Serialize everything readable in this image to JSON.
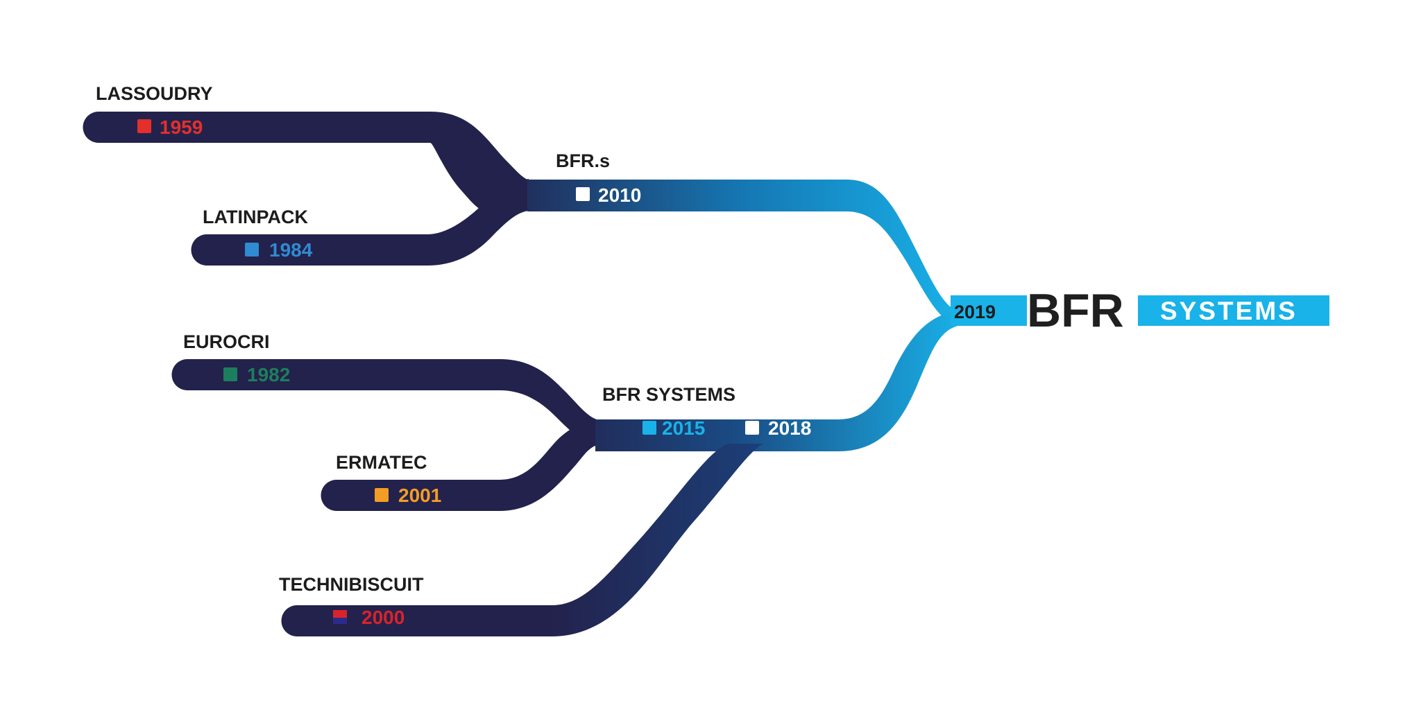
{
  "colors": {
    "dark_navy": "#23224c",
    "accent_blue": "#19b2e9",
    "white": "#ffffff",
    "text": "#1c1c1c"
  },
  "origins": [
    {
      "name": "LASSOUDRY",
      "year": "1959",
      "color": "#e3302b"
    },
    {
      "name": "LATINPACK",
      "year": "1984",
      "color": "#2f8bd2"
    },
    {
      "name": "EUROCRI",
      "year": "1982",
      "color": "#1d7e5d"
    },
    {
      "name": "ERMATEC",
      "year": "2001",
      "color": "#f39d25"
    },
    {
      "name": "TECHNIBISCUIT",
      "year": "2000",
      "color": "#d9232b",
      "icon_secondary_color": "#2b2b8c"
    }
  ],
  "mergers": [
    {
      "name": "BFR.s",
      "year": "2010",
      "marker_color": "#ffffff"
    },
    {
      "name": "BFR SYSTEMS",
      "years": [
        {
          "year": "2015",
          "color": "#19b2e9"
        },
        {
          "year": "2018",
          "color": "#ffffff"
        }
      ]
    }
  ],
  "final": {
    "year": "2019",
    "logo_main": "BFR",
    "logo_sub": "SYSTEMS"
  }
}
